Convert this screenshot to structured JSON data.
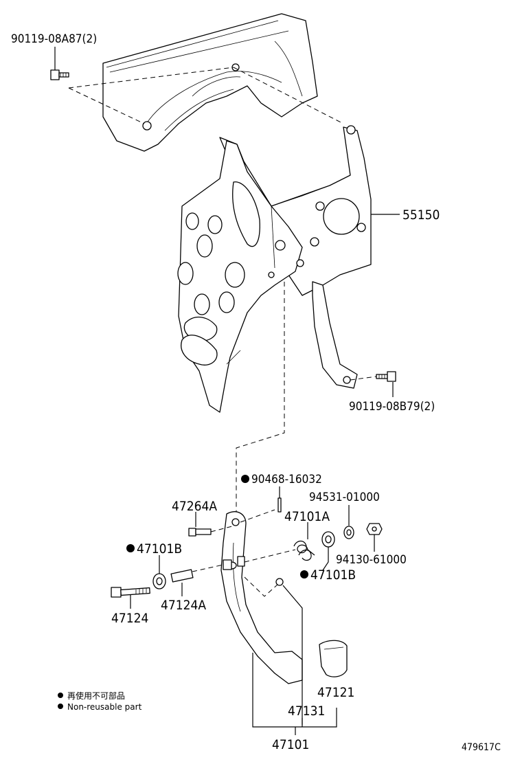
{
  "parts": {
    "bolt_top": "90119-08A87(2)",
    "bracket": "55150",
    "bolt_right": "90119-08B79(2)",
    "pin": "90468-16032",
    "spacer_upper": "47264A",
    "spring": "47101A",
    "washer": "94531-01000",
    "bush_left": "47101B",
    "nut": "94130-61000",
    "bush_right": "47101B",
    "bolt_pivot": "47124",
    "collar": "47124A",
    "pad": "47121",
    "pedal_lever": "47131",
    "pedal_assy": "47101"
  },
  "legend": {
    "jp": "再使用不可部品",
    "en": "Non-reusable part"
  },
  "figure_id": "479617C"
}
